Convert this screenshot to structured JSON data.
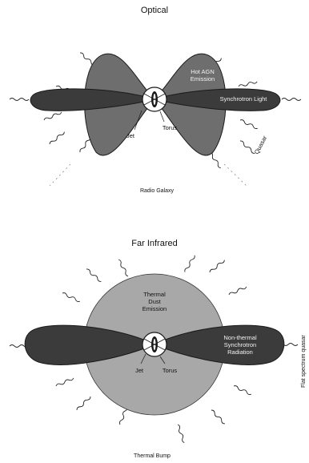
{
  "top_panel": {
    "title": "Optical",
    "labels": {
      "hot_agn": [
        "Hot AGN",
        "Emission"
      ],
      "synchrotron": "Synchrotron Light",
      "jet": "Jet",
      "torus": "Torus",
      "quasar": "Quasar",
      "radio_galaxy": "Radio Galaxy"
    }
  },
  "bottom_panel": {
    "title": "Far Infrared",
    "labels": {
      "thermal_dust": [
        "Thermal",
        "Dust",
        "Emission"
      ],
      "non_thermal": [
        "Non-thermal",
        "Synchrotron",
        "Radiation"
      ],
      "jet": "Jet",
      "torus": "Torus",
      "thermal_bump": "Thermal Bump",
      "flat_spectrum_quasar": "Flat spectrum quasar"
    }
  },
  "colors": {
    "lobe_fill": "#6e6e6e",
    "jet_fill": "#3b3b3b",
    "dust_sphere": "#a8a8a8",
    "outline": "#1a1a1a"
  }
}
